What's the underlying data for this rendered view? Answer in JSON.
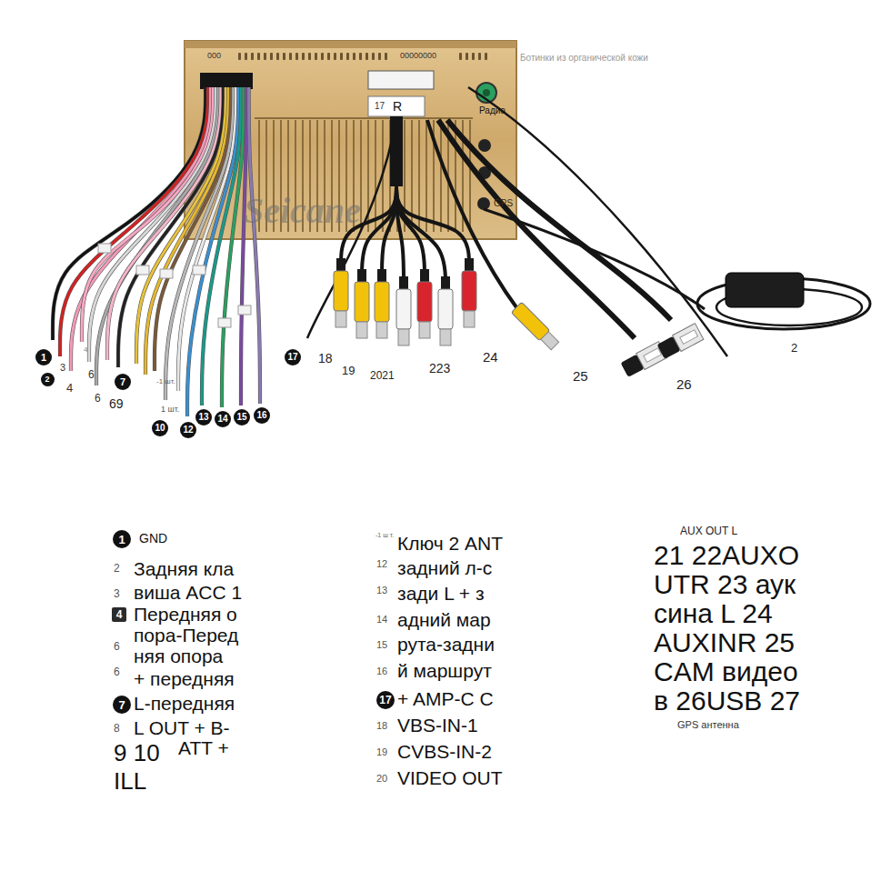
{
  "diagram": {
    "nodes": [
      {
        "text": [
          "1"
        ]
      },
      {
        "text": [
          "2"
        ]
      },
      {
        "text": [
          "7"
        ]
      },
      {
        "text": [
          "10"
        ]
      },
      {
        "text": [
          "12"
        ]
      },
      {
        "text": [
          "13"
        ]
      },
      {
        "text": [
          "14"
        ]
      },
      {
        "text": [
          "15"
        ]
      },
      {
        "text": [
          "16"
        ]
      },
      {
        "text": [
          "17"
        ]
      },
      {
        "text": [
          "1"
        ]
      },
      {
        "text": [
          "4"
        ]
      },
      {
        "text": [
          "7"
        ]
      },
      {
        "text": [
          "17"
        ]
      }
    ],
    "labels": [
      "000",
      "00000000",
      "Ботинки из органической кожи",
      "17",
      "R",
      "Радио",
      "GPS",
      "Seicane",
      "3",
      "4",
      "6",
      "4",
      "6",
      "69",
      "-1 шт.",
      "1 шт.",
      "18",
      "19",
      "2021",
      "223",
      "24",
      "25",
      "26",
      "2",
      "GND",
      "2",
      "Задняя кла",
      "3",
      "виша ACC 1",
      "Передняя о",
      "пора-Перед",
      "6",
      "няя опора",
      "6",
      "+ передняя",
      "L-передняя",
      "8",
      "L OUT + B-",
      "9 10",
      "ATT +",
      "ILL",
      "-1 ш т.",
      "Ключ 2 ANT",
      "12",
      "задний л-с",
      "13",
      "зади L + з",
      "14",
      "адний мар",
      "15",
      "рута-задни",
      "16",
      "й маршрут",
      "+ AMP-C C",
      "18",
      "VBS-IN-1",
      "19",
      "CVBS-IN-2",
      "20",
      "VIDEO OUT",
      "AUX OUT L",
      "21 22AUXO",
      "UTR 23 аук",
      "сина L 24",
      "AUXINR 25",
      "CAM видео",
      "в 26USB 27",
      "GPS антенна"
    ]
  }
}
